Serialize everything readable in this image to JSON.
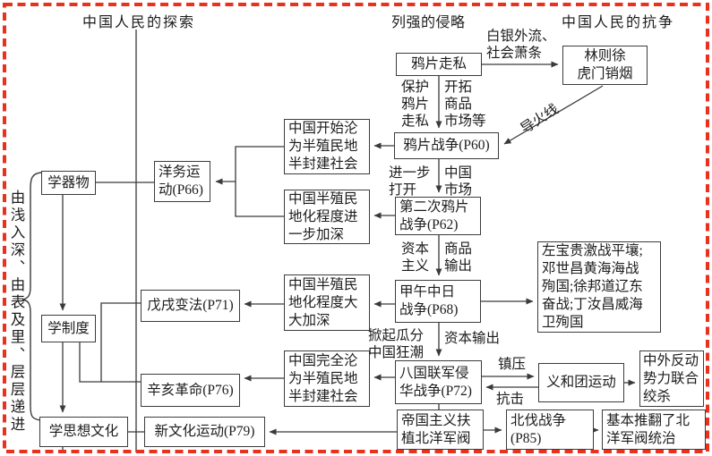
{
  "headers": {
    "exploration": "中国人民的探索",
    "invasion": "列强的侵略",
    "resistance": "中国人民的抗争"
  },
  "side_note": "由浅入深、由表及里、层层递进",
  "boxes": {
    "xue_qiwu": "学器物",
    "xue_zhidu": "学制度",
    "xue_sixiang": "学思想文化",
    "yangwu": "洋务运\n动(P66)",
    "wuxu": "戊戌变法(P71)",
    "xinhai": "辛亥革命(P76)",
    "xinwenhua": "新文化运动(P79)",
    "begin_semi": "中国开始沦\n为半殖民地\n半封建社会",
    "further_semi": "中国半殖民\n地化程度进\n一步加深",
    "greatly_semi": "中国半殖民\n地化程度大\n大加深",
    "fully_semi": "中国完全沦\n为半殖民地\n半封建社会",
    "opium_smuggle": "鸦片走私",
    "opium_war": "鸦片战争(P60)",
    "second_opium_war": "第二次鸦片\n战争(P62)",
    "jiawu_war": "甲午中日\n战争(P68)",
    "eight_nation_war": "八国联军侵\n华战争(P72)",
    "imperialist_warlords": "帝国主义扶\n植北洋军阀",
    "lin_zexu": "林则徐\n虎门销烟",
    "martyrs": "左宝贵激战平壤;\n邓世昌黄海海战\n殉国;徐邦道辽东\n奋战;丁汝昌威海\n卫殉国",
    "yihetuan": "义和团运动",
    "joint_strangle": "中外反动\n势力联合\n绞杀",
    "beifa_war": "北伐战争\n(P85)",
    "overthrow_warlords": "基本推翻了北\n洋军阀统治"
  },
  "edge_labels": {
    "silver_outflow": "白银外流、\n社会萧条",
    "fuse": "导火线",
    "protect_opium": "保护\n鸦片\n走私",
    "open_market": "开拓\n商品\n市场等",
    "further_open": "进一步\n打开",
    "china_market": "中国\n市场",
    "capitalism": "资本\n主义",
    "commodity_export": "商品\n输出",
    "partition_china": "掀起瓜分\n中国狂潮",
    "capital_export": "资本输出",
    "suppress": "镇压",
    "resist": "抗击"
  },
  "colors": {
    "frame_red": "#e8321e",
    "line": "#3a3a3a",
    "text": "#1c1c1c",
    "background": "#ffffff"
  }
}
